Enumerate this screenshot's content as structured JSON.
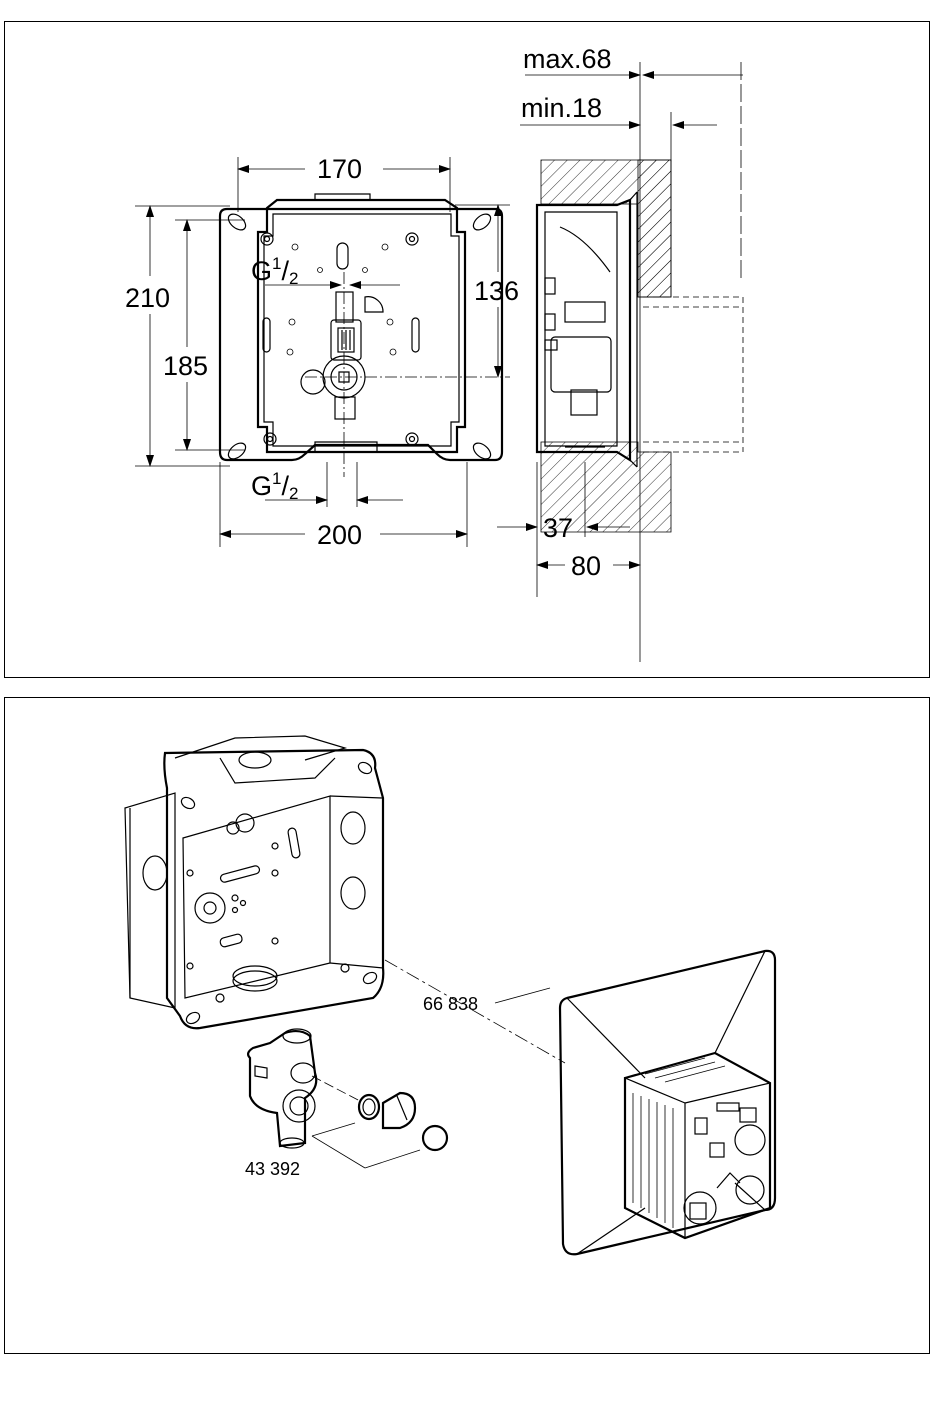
{
  "dimensions": {
    "width_170": "170",
    "height_210": "210",
    "height_185": "185",
    "height_136": "136",
    "width_200": "200",
    "depth_37": "37",
    "depth_80": "80",
    "wall_max": "max.68",
    "wall_min": "min.18"
  },
  "thread": {
    "base": "G",
    "numerator": "1",
    "slash": "/",
    "denominator": "2"
  },
  "parts": {
    "valve_kit": "43 392",
    "cover_set": "66 838"
  }
}
